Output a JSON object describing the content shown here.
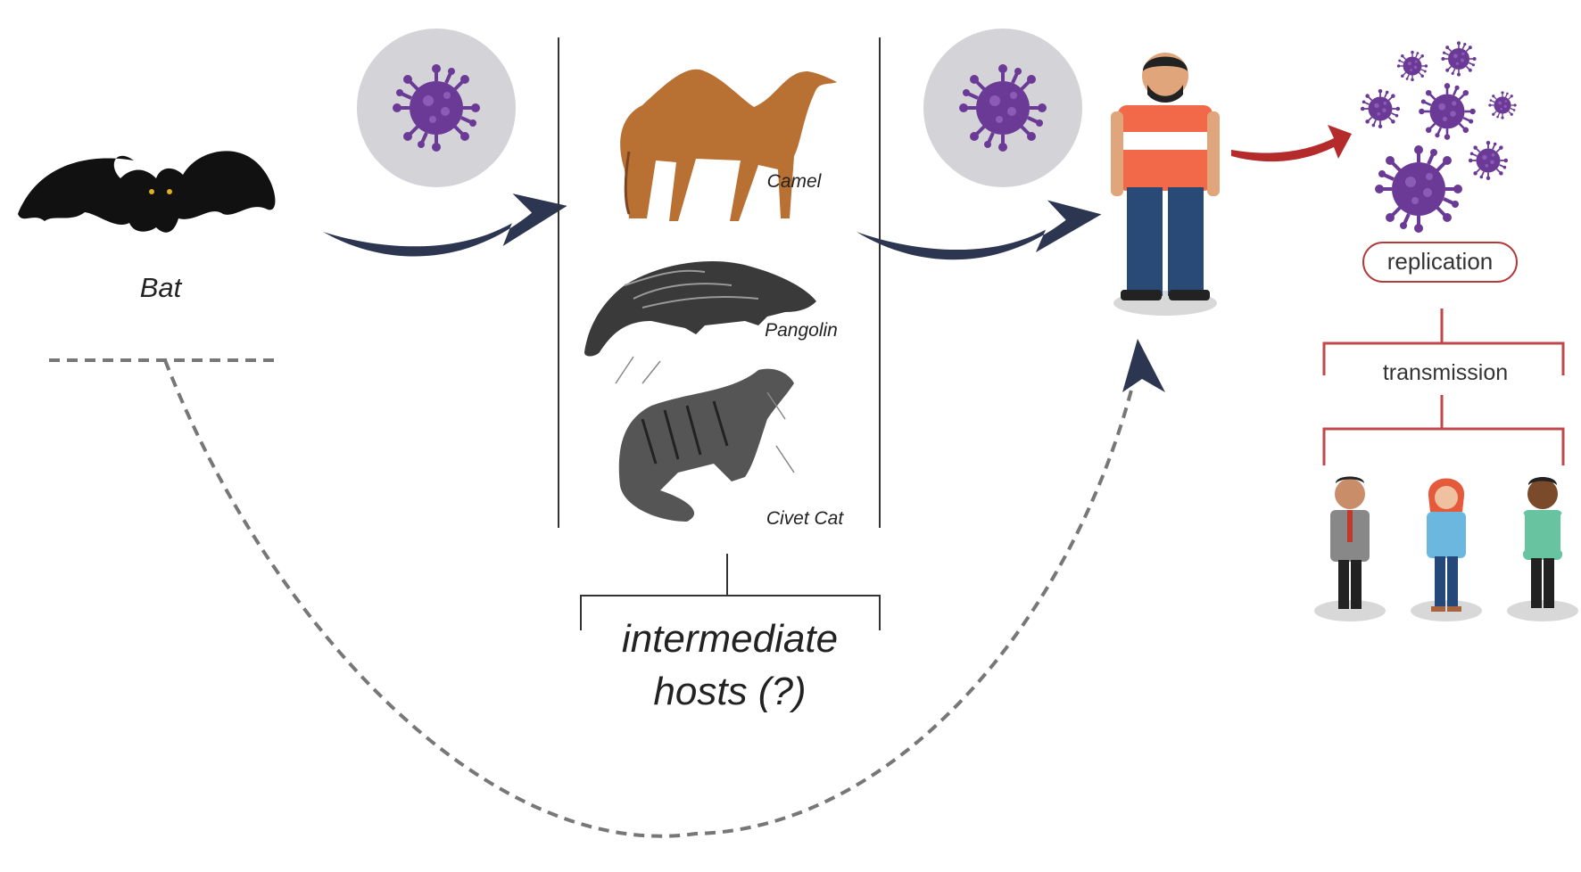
{
  "labels": {
    "bat": "Bat",
    "camel": "Camel",
    "pangolin": "Pangolin",
    "civet": "Civet Cat",
    "intermediate_line1": "intermediate",
    "intermediate_line2": "hosts (?)",
    "replication": "replication",
    "transmission": "transmission"
  },
  "colors": {
    "virus": "#6b3a96",
    "virus_halo": "#d4d4d8",
    "arrow": "#2d3650",
    "arrow_red": "#b52a2a",
    "bracket_red": "#c0474a",
    "dashed": "#777777"
  },
  "icons": [
    "bat-icon",
    "virus-icon",
    "camel-icon",
    "pangolin-icon",
    "civet-cat-icon",
    "human-icon",
    "virus-cluster-icon",
    "people-icon"
  ]
}
